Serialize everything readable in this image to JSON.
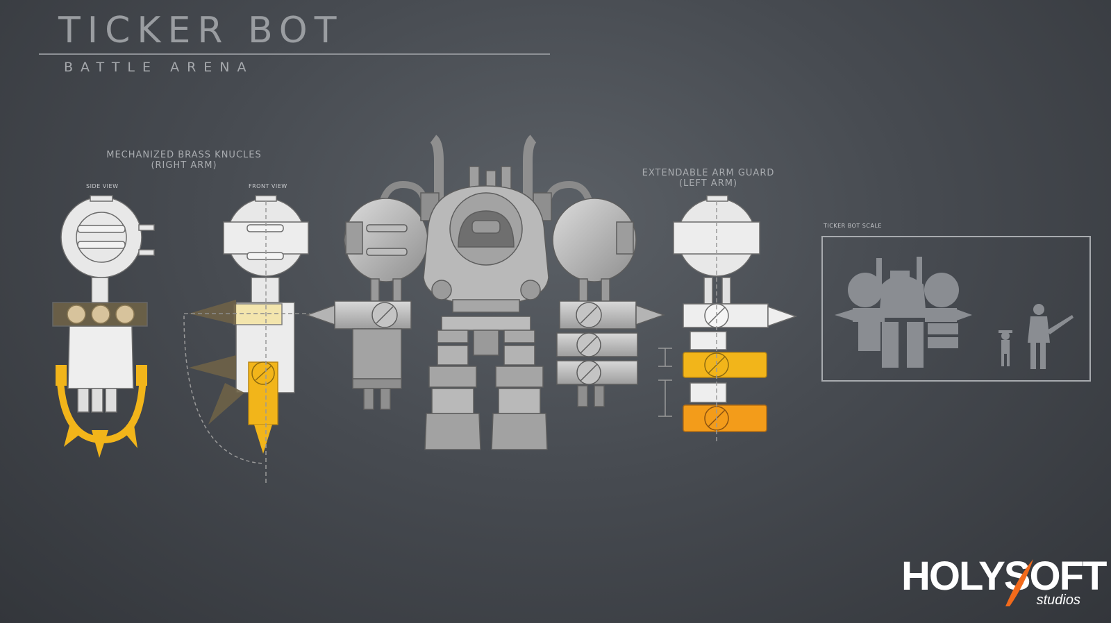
{
  "header": {
    "title": "TICKER BOT",
    "subtitle": "BATTLE ARENA"
  },
  "sections": {
    "right_arm": {
      "title": "MECHANIZED BRASS KNUCLES",
      "subtitle": "(RIGHT ARM)",
      "side_view": "SIDE VIEW",
      "front_view": "FRONT VIEW"
    },
    "left_arm": {
      "title": "EXTENDABLE ARM GUARD",
      "subtitle": "(LEFT ARM)"
    },
    "scale": {
      "title": "TICKER BOT SCALE"
    }
  },
  "logo": {
    "word": "HOLYSOFT",
    "sub": "studios"
  },
  "colors": {
    "background": "#474b51",
    "robot_light": "#e4e4e4",
    "robot_mid": "#a9a9a9",
    "brass": "#f2b51a",
    "orange": "#f39c1a",
    "silhouette": "#8a8d92"
  }
}
